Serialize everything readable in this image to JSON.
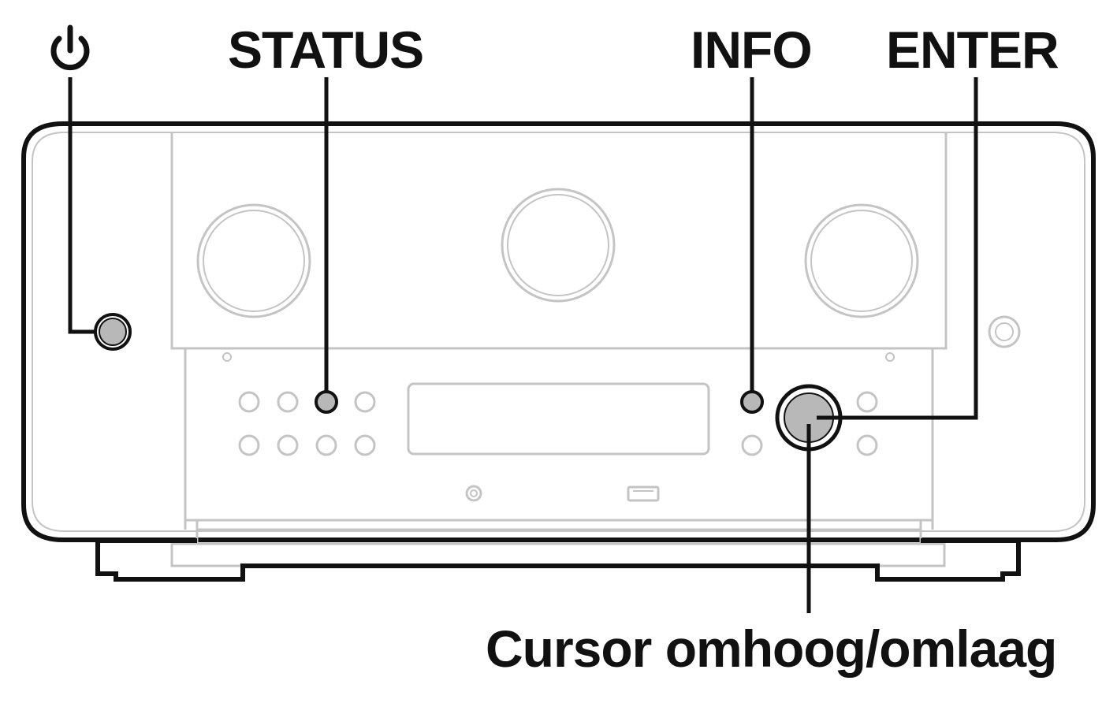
{
  "callouts": {
    "power_symbol": "power-icon",
    "status": "STATUS",
    "info": "INFO",
    "enter": "ENTER",
    "cursor": "Cursor omhoog/omlaag"
  },
  "colors": {
    "outline": "#111111",
    "panel": "#c4c4c4",
    "highlight_button": "#b8b8b8"
  }
}
